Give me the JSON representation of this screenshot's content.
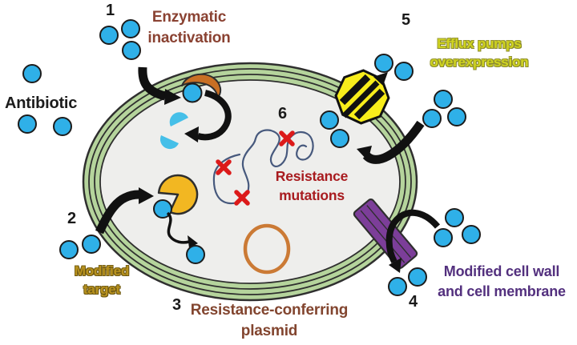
{
  "figure_type": "bacterial antibiotic resistance mechanisms diagram",
  "labels": {
    "antibiotic": "Antibiotic"
  },
  "mechanisms": [
    {
      "number": "1",
      "label": "Enzymatic inactivation"
    },
    {
      "number": "2",
      "label": "Modified target"
    },
    {
      "number": "3",
      "label": "Resistance-conferring plasmid"
    },
    {
      "number": "4",
      "label": "Modified cell wall and cell membrane"
    },
    {
      "number": "5",
      "label": "Efflux pumps overexpression"
    },
    {
      "number": "6",
      "label": "Resistance mutations"
    }
  ],
  "icons": {
    "antibiotic_molecule": "blue circle",
    "efflux_pump": "yellow striped octagon with outward arrow",
    "modified_target": "yellow pac-man shape",
    "inactivating_enzyme": "orange crescent",
    "degraded_antibiotic": "split blue circle halves",
    "plasmid": "orange ring",
    "chromosome": "tangled slate-blue loop",
    "mutation_marks": "red X crosses",
    "modified_wall_segment": "purple membrane band",
    "entry_arrows": "thick black bent arrows"
  },
  "colors": {
    "background": "#ffffff",
    "antibiotic_molecule": "#2fb0e8",
    "molecule_outline": "#1c1c1c",
    "membrane_green": "#b5d49c",
    "membrane_outline": "#2f2f2f",
    "cell_interior": "#eeeeec",
    "efflux_pump_yellow": "#f8ed1b",
    "modified_target_yellow": "#f2b722",
    "enzyme_orange": "#c86f24",
    "plasmid_orange": "#cb7a35",
    "modified_wall_purple": "#7c3e99",
    "mutation_red": "#dc1a1a",
    "chromosome_blue": "#47597d",
    "arrow_black": "#111111",
    "label_brown": "#8a4232",
    "label_gold": "#b8921e",
    "label_olive": "#d0d41f",
    "label_dark_red": "#a81b1f",
    "label_purple": "#53307e",
    "label_black": "#1c1c1c"
  }
}
